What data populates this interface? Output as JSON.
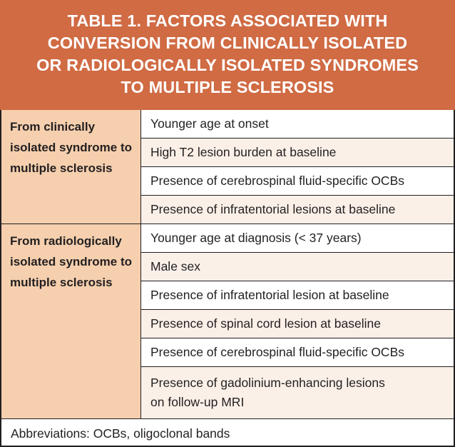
{
  "table": {
    "title_lines": [
      "TABLE 1. FACTORS ASSOCIATED WITH",
      "CONVERSION FROM CLINICALLY ISOLATED",
      "OR RADIOLOGICALLY ISOLATED SYNDROMES",
      "TO MULTIPLE SCLEROSIS"
    ],
    "colors": {
      "header_background": "#d06b44",
      "header_text": "#ffffff",
      "row_label_background": "#f5cfae",
      "row_alt_background": "#faf0e8",
      "row_background": "#ffffff",
      "border": "#231f20",
      "body_text": "#231f20"
    },
    "sections": [
      {
        "label_lines": [
          "From clinically",
          "isolated",
          "syndrome to",
          "multiple sclerosis"
        ],
        "rows": [
          "Younger age at onset",
          "High T2 lesion burden at baseline",
          "Presence of cerebrospinal fluid-specific OCBs",
          "Presence of infratentorial lesions at baseline"
        ]
      },
      {
        "label_lines": [
          "From",
          "radiologically",
          "isolated",
          "syndrome to",
          "multiple sclerosis"
        ],
        "rows": [
          "Younger age at diagnosis (< 37 years)",
          "Male sex",
          "Presence of infratentorial lesion at baseline",
          "Presence of spinal cord lesion at baseline",
          "Presence of cerebrospinal fluid-specific OCBs",
          "Presence of gadolinium-enhancing lesions on follow-up MRI"
        ],
        "last_row_lines": [
          "Presence of gadolinium-enhancing lesions",
          "on follow-up MRI"
        ]
      }
    ],
    "footnote": "Abbreviations: OCBs, oligoclonal bands"
  }
}
